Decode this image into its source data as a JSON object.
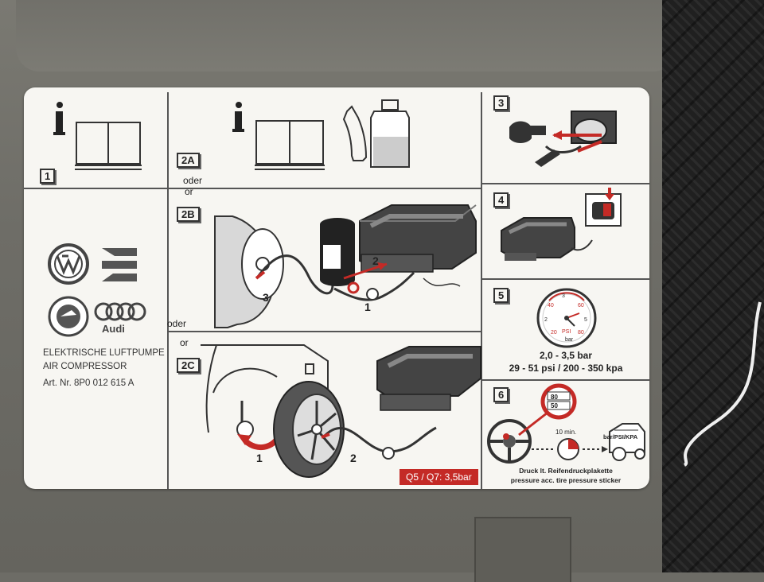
{
  "label": {
    "steps": {
      "s1": "1",
      "s2a": "2A",
      "s2b": "2B",
      "s2c": "2C",
      "s3": "3",
      "s4": "4",
      "s5": "5",
      "s6": "6"
    },
    "oder_or": {
      "oder": "oder",
      "or": "or"
    },
    "brands": [
      "VW",
      "SEAT",
      "ŠKODA AUTO",
      "Audi"
    ],
    "brand_audi_text": "Audi",
    "product": {
      "line1": "ELEKTRISCHE LUFTPUMPE",
      "line2": "AIR COMPRESSOR",
      "line3": "Art. Nr. 8P0 012 615 A"
    },
    "step2b_callouts": [
      "1",
      "2",
      "3"
    ],
    "step2c_callouts": [
      "1",
      "2"
    ],
    "pressure_note": "Q5 / Q7: 3,5bar",
    "gauge": {
      "unit_bar": "bar",
      "unit_psi": "PSI",
      "range_bar": "2,0 - 3,5 bar",
      "range_psi": "29 - 51 psi / 200 - 350 kpa"
    },
    "step6": {
      "sign_top": "80",
      "sign_bottom": "50",
      "time": "10 min.",
      "sticker": "bar/PSI/KPA",
      "note_de": "Druck lt. Reifendruckplakette",
      "note_en": "pressure acc. tire pressure sticker"
    },
    "colors": {
      "accent_red": "#c42a26",
      "label_bg": "#f7f6f2",
      "case_gray": "#6e6d67"
    }
  }
}
